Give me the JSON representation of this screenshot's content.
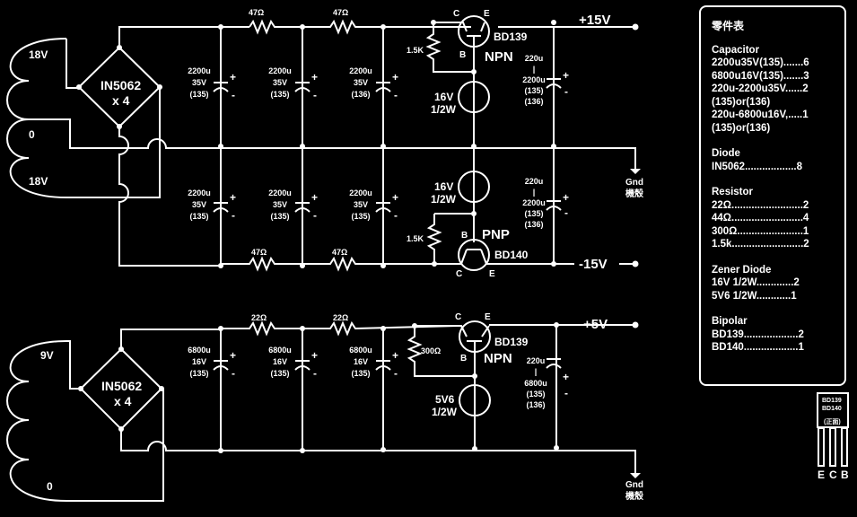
{
  "schematic": {
    "dual_supply": {
      "transformer_taps": [
        "18V",
        "0",
        "18V"
      ],
      "bridge": {
        "part": "IN5062",
        "qty": "x 4"
      },
      "positive": {
        "resistors": [
          "47Ω",
          "47Ω"
        ],
        "caps": [
          {
            "value": "2200u",
            "voltage": "35V",
            "code": "(135)"
          },
          {
            "value": "2200u",
            "voltage": "35V",
            "code": "(135)"
          },
          {
            "value": "2200u",
            "voltage": "35V",
            "code": "(136)"
          }
        ],
        "base_resistor": "1.5K",
        "transistor": {
          "part": "BD139",
          "type": "NPN",
          "c": "C",
          "b": "B",
          "e": "E"
        },
        "zener": {
          "voltage": "16V",
          "power": "1/2W"
        },
        "output_cap": {
          "line1": "220u",
          "line2": "|",
          "line3": "2200u",
          "line4": "(135)",
          "line5": "(136)"
        },
        "output_label": "+15V"
      },
      "negative": {
        "resistors": [
          "47Ω",
          "47Ω"
        ],
        "caps": [
          {
            "value": "2200u",
            "voltage": "35V",
            "code": "(135)"
          },
          {
            "value": "2200u",
            "voltage": "35V",
            "code": "(135)"
          },
          {
            "value": "2200u",
            "voltage": "35V",
            "code": "(135)"
          }
        ],
        "base_resistor": "1.5K",
        "transistor": {
          "part": "BD140",
          "type": "PNP",
          "c": "C",
          "b": "B",
          "e": "E"
        },
        "zener": {
          "voltage": "16V",
          "power": "1/2W"
        },
        "output_cap": {
          "line1": "220u",
          "line2": "|",
          "line3": "2200u",
          "line4": "(135)",
          "line5": "(136)"
        },
        "output_label": "-15V"
      },
      "ground": {
        "label": "Gnd",
        "label_cn": "機殼"
      }
    },
    "single_supply": {
      "transformer_taps": [
        "9V",
        "0"
      ],
      "bridge": {
        "part": "IN5062",
        "qty": "x 4"
      },
      "resistors": [
        "22Ω",
        "22Ω"
      ],
      "caps": [
        {
          "value": "6800u",
          "voltage": "16V",
          "code": "(135)"
        },
        {
          "value": "6800u",
          "voltage": "16V",
          "code": "(135)"
        },
        {
          "value": "6800u",
          "voltage": "16V",
          "code": "(135)"
        }
      ],
      "base_resistor": "300Ω",
      "transistor": {
        "part": "BD139",
        "type": "NPN",
        "c": "C",
        "b": "B",
        "e": "E"
      },
      "zener": {
        "voltage": "5V6",
        "power": "1/2W"
      },
      "output_cap": {
        "line1": "220u",
        "line2": "|",
        "line3": "6800u",
        "line4": "(135)",
        "line5": "(136)"
      },
      "output_label": "+5V",
      "ground": {
        "label": "Gnd",
        "label_cn": "機殼"
      }
    },
    "polarity": {
      "plus": "+",
      "minus": "-"
    }
  },
  "bom": {
    "title": "零件表",
    "sections": [
      {
        "heading": "Capacitor",
        "items": [
          "2200u35V(135).......6",
          "6800u16V(135).......3",
          "220u-2200u35V......2",
          "(135)or(136)",
          "220u-6800u16V,.....1",
          "(135)or(136)"
        ]
      },
      {
        "heading": "Diode",
        "items": [
          "IN5062..................8"
        ]
      },
      {
        "heading": "Resistor",
        "items": [
          "22Ω.........................2",
          "44Ω.........................4",
          "300Ω.......................1",
          "1.5k.........................2"
        ]
      },
      {
        "heading": "Zener Diode",
        "items": [
          "16V 1/2W.............2",
          "5V6 1/2W............1"
        ]
      },
      {
        "heading": "Bipolar",
        "items": [
          "BD139...................2",
          "BD140...................1"
        ]
      }
    ]
  },
  "package": {
    "lines": [
      "BD139",
      "BD140"
    ],
    "mark": "(正面)",
    "pins": [
      "E",
      "C",
      "B"
    ]
  }
}
